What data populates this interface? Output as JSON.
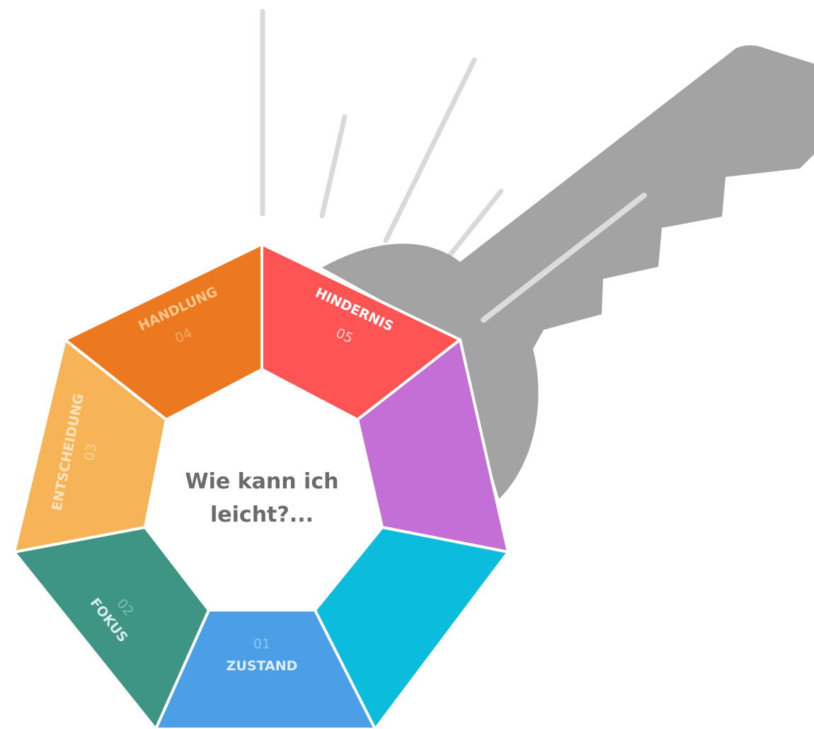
{
  "colors": {
    "key": "#a3a3a3",
    "key_highlight": "#dcdcdc",
    "burst_lines": "#d9d9d9",
    "outline": "#ffffff",
    "center_fill": "#ffffff",
    "center_text": "#6b6b6b"
  },
  "center": {
    "line1": "Wie kann ich",
    "line2": "leicht?..."
  },
  "segments": [
    {
      "id": "zustand",
      "title": "ZUSTAND",
      "number": "01",
      "color": "#4a9fe6",
      "title_color": "#dfeeff",
      "number_color": "#8ec5f5"
    },
    {
      "id": "fokus",
      "title": "FOKUS",
      "number": "02",
      "color": "#3e9583",
      "title_color": "#d6ece6",
      "number_color": "#7fbfb1"
    },
    {
      "id": "entscheidung",
      "title": "ENTSCHEIDUNG",
      "number": "03",
      "color": "#f7b456",
      "title_color": "#fde3bd",
      "number_color": "#fbd296"
    },
    {
      "id": "handlung",
      "title": "HANDLUNG",
      "number": "04",
      "color": "#ec791f",
      "title_color": "#f9c68d",
      "number_color": "#f4a765"
    },
    {
      "id": "hindernis",
      "title": "HINDERNIS",
      "number": "05",
      "color": "#ff5454",
      "title_color": "#ffffff",
      "number_color": "#ffd0d0"
    },
    {
      "id": "segment-06",
      "title": "",
      "number": "",
      "color": "#c36fd6",
      "title_color": "#ffffff",
      "number_color": "#ffffff"
    },
    {
      "id": "segment-07",
      "title": "",
      "number": "",
      "color": "#0cbcdc",
      "title_color": "#ffffff",
      "number_color": "#ffffff"
    }
  ]
}
